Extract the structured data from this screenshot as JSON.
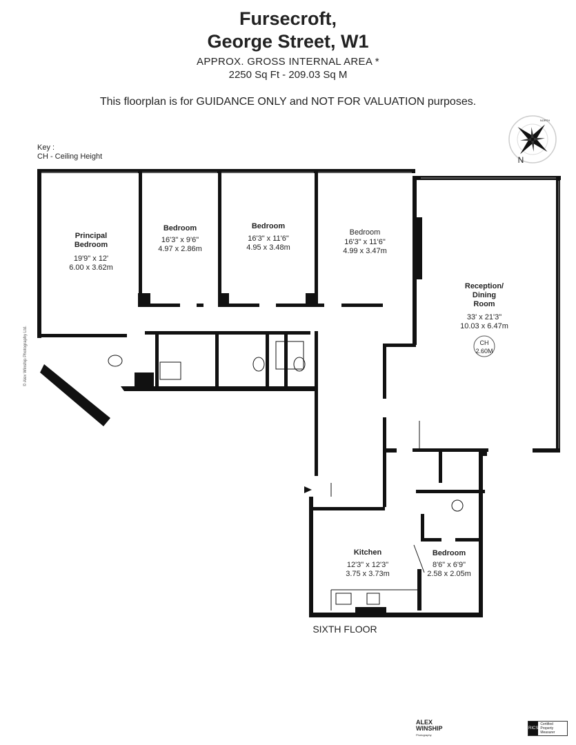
{
  "header": {
    "title_line1": "Fursecroft,",
    "title_line2": "George Street, W1",
    "area_label": "APPROX. GROSS INTERNAL  AREA *",
    "area_value": "2250 Sq Ft  -  209.03 Sq M",
    "disclaimer": "This floorplan is for GUIDANCE ONLY and NOT FOR VALUATION purposes."
  },
  "key": {
    "title": "Key :",
    "item": "CH - Ceiling Height"
  },
  "compass": {
    "north_label": "N",
    "ring_label": "NORTH"
  },
  "rooms": [
    {
      "name_line1": "Principal",
      "name_line2": "Bedroom",
      "imperial": "19'9\" x 12'",
      "metric": "6.00 x 3.62m"
    },
    {
      "name_line1": "Bedroom",
      "imperial": "16'3\" x 9'6\"",
      "metric": "4.97 x 2.86m"
    },
    {
      "name_line1": "Bedroom",
      "imperial": "16'3\" x 11'6\"",
      "metric": "4.95 x 3.48m"
    },
    {
      "name_line1": "Bedroom",
      "imperial": "16'3\" x 11'6\"",
      "metric": "4.99 x 3.47m"
    },
    {
      "name_line1": "Reception/",
      "name_line2": "Dining",
      "name_line3": "Room",
      "imperial": "33' x 21'3\"",
      "metric": "10.03 x 6.47m",
      "ch_label": "CH",
      "ch_value": "2.60M"
    },
    {
      "name_line1": "Kitchen",
      "imperial": "12'3\" x 12'3\"",
      "metric": "3.75 x 3.73m"
    },
    {
      "name_line1": "Bedroom",
      "imperial": "8'6\" x 6'9\"",
      "metric": "2.58 x 2.05m"
    }
  ],
  "floor_label": "SIXTH FLOOR",
  "copyright": "© Alex Winship Photography Ltd.",
  "footer": {
    "brand_line1": "ALEX",
    "brand_line2": "WINSHIP",
    "brand_sub": "Photography",
    "rics_logo": "RICS",
    "rics_text": "Certified Property Measurer"
  }
}
